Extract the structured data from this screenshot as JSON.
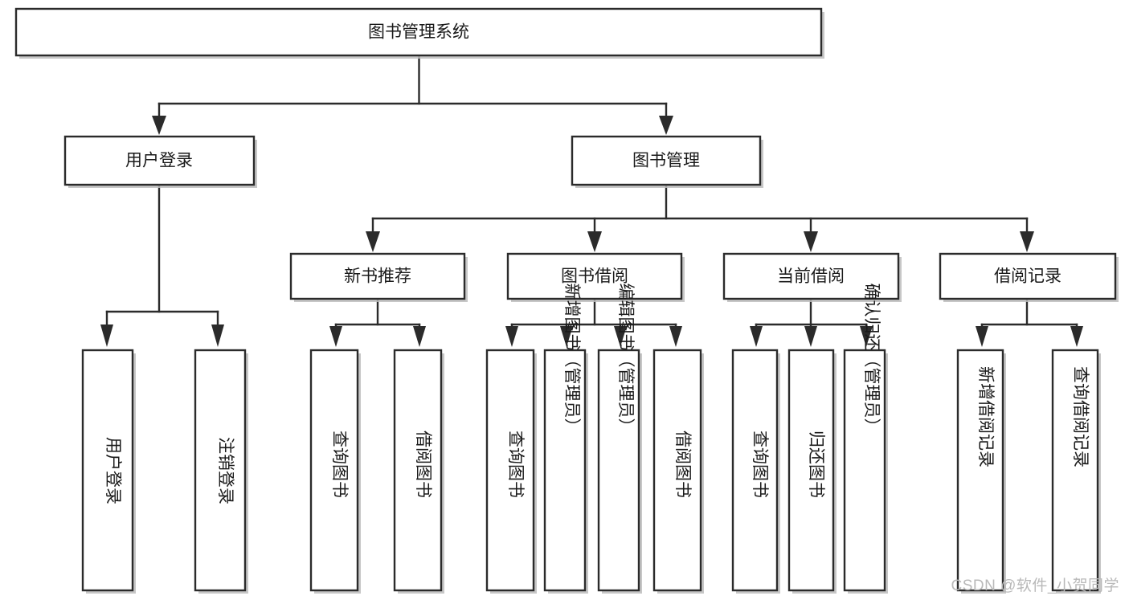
{
  "diagram": {
    "type": "tree-hierarchy",
    "title": "图书管理系统",
    "orientation": "top-down",
    "nodes": {
      "root": {
        "label": "图书管理系统",
        "level": 0,
        "text_orientation": "horizontal"
      },
      "l1": [
        {
          "id": "user-login",
          "label": "用户登录",
          "level": 1,
          "text_orientation": "horizontal"
        },
        {
          "id": "book-manage",
          "label": "图书管理",
          "level": 1,
          "text_orientation": "horizontal"
        }
      ],
      "l2": [
        {
          "id": "new-book-recommend",
          "label": "新书推荐",
          "level": 2,
          "parent": "book-manage",
          "text_orientation": "horizontal"
        },
        {
          "id": "book-borrow",
          "label": "图书借阅",
          "level": 2,
          "parent": "book-manage",
          "text_orientation": "horizontal"
        },
        {
          "id": "current-borrow",
          "label": "当前借阅",
          "level": 2,
          "parent": "book-manage",
          "text_orientation": "horizontal"
        },
        {
          "id": "borrow-record",
          "label": "借阅记录",
          "level": 2,
          "parent": "book-manage",
          "text_orientation": "horizontal"
        }
      ],
      "leaves": [
        {
          "id": "leaf-user-login",
          "label": "用户登录",
          "parent": "user-login",
          "text_orientation": "vertical"
        },
        {
          "id": "leaf-user-logout",
          "label": "注销登录",
          "parent": "user-login",
          "text_orientation": "vertical"
        },
        {
          "id": "leaf-query-book-1",
          "label": "查询图书",
          "parent": "new-book-recommend",
          "text_orientation": "vertical"
        },
        {
          "id": "leaf-borrow-book-1",
          "label": "借阅图书",
          "parent": "new-book-recommend",
          "text_orientation": "vertical"
        },
        {
          "id": "leaf-query-book-2",
          "label": "查询图书",
          "parent": "book-borrow",
          "text_orientation": "vertical"
        },
        {
          "id": "leaf-add-book",
          "label": "新增图书（管理员）",
          "parent": "book-borrow",
          "text_orientation": "vertical"
        },
        {
          "id": "leaf-edit-book",
          "label": "编辑图书（管理员）",
          "parent": "book-borrow",
          "text_orientation": "vertical"
        },
        {
          "id": "leaf-borrow-book-2",
          "label": "借阅图书",
          "parent": "book-borrow",
          "text_orientation": "vertical"
        },
        {
          "id": "leaf-query-book-3",
          "label": "查询图书",
          "parent": "current-borrow",
          "text_orientation": "vertical"
        },
        {
          "id": "leaf-return-book",
          "label": "归还图书",
          "parent": "current-borrow",
          "text_orientation": "vertical"
        },
        {
          "id": "leaf-confirm-return",
          "label": "确认归还（管理员）",
          "parent": "current-borrow",
          "text_orientation": "vertical"
        },
        {
          "id": "leaf-add-record",
          "label": "新增借阅记录",
          "parent": "borrow-record",
          "text_orientation": "vertical"
        },
        {
          "id": "leaf-query-record",
          "label": "查询借阅记录",
          "parent": "borrow-record",
          "text_orientation": "vertical"
        }
      ]
    },
    "colors": {
      "box_fill": "#ffffff",
      "box_stroke": "#2b2b2b",
      "text": "#1a1a1a",
      "edge": "#2b2b2b",
      "background": "#ffffff",
      "watermark": "#b9b9b9"
    }
  },
  "watermark": {
    "text": "CSDN @软件_小贺同学"
  }
}
